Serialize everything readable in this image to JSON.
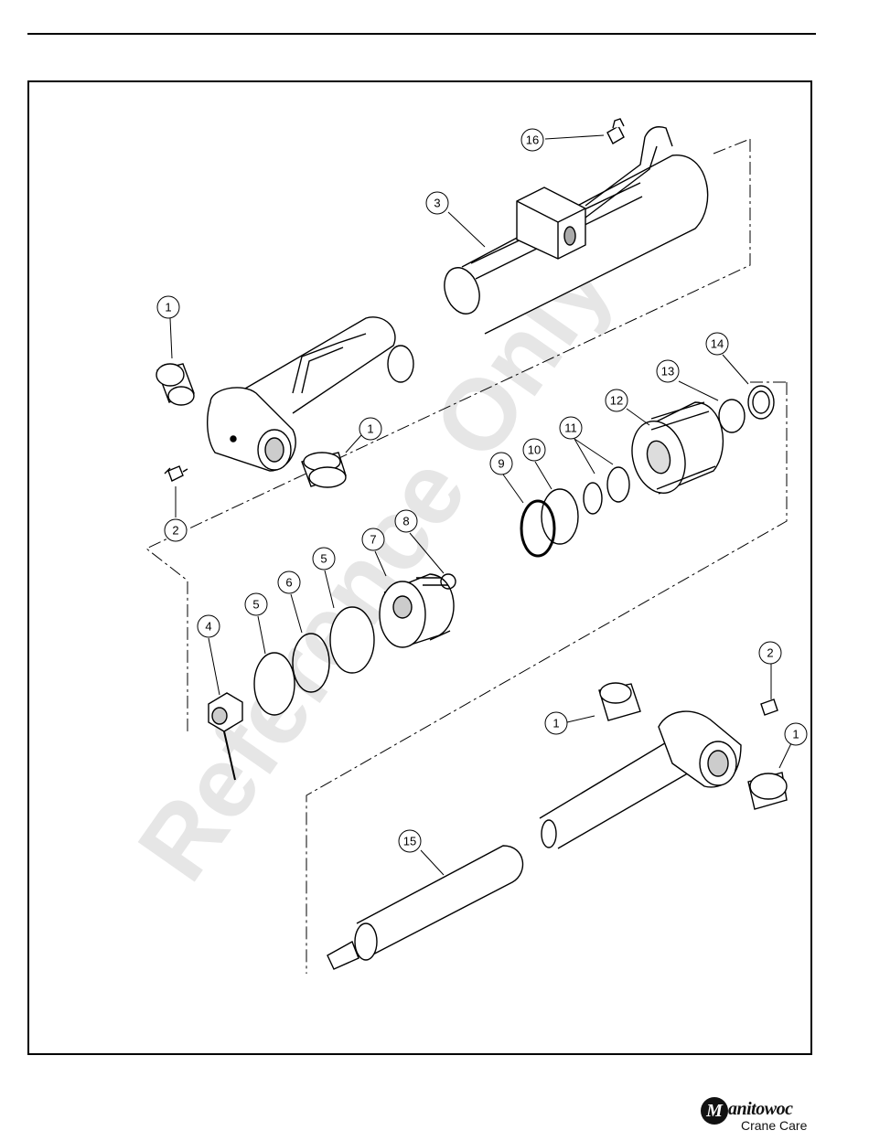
{
  "watermark": "Reference Only",
  "callouts": [
    {
      "id": "c16",
      "label": "16"
    },
    {
      "id": "c3",
      "label": "3"
    },
    {
      "id": "c1a",
      "label": "1"
    },
    {
      "id": "c1b",
      "label": "1"
    },
    {
      "id": "c2a",
      "label": "2"
    },
    {
      "id": "c14",
      "label": "14"
    },
    {
      "id": "c13",
      "label": "13"
    },
    {
      "id": "c12",
      "label": "12"
    },
    {
      "id": "c11",
      "label": "11"
    },
    {
      "id": "c10",
      "label": "10"
    },
    {
      "id": "c9",
      "label": "9"
    },
    {
      "id": "c8",
      "label": "8"
    },
    {
      "id": "c7",
      "label": "7"
    },
    {
      "id": "c5a",
      "label": "5"
    },
    {
      "id": "c6",
      "label": "6"
    },
    {
      "id": "c5b",
      "label": "5"
    },
    {
      "id": "c4",
      "label": "4"
    },
    {
      "id": "c2b",
      "label": "2"
    },
    {
      "id": "c1c",
      "label": "1"
    },
    {
      "id": "c1d",
      "label": "1"
    },
    {
      "id": "c15",
      "label": "15"
    }
  ],
  "logo": {
    "mark": "M",
    "name": "anitowoc",
    "sub": "Crane Care"
  }
}
